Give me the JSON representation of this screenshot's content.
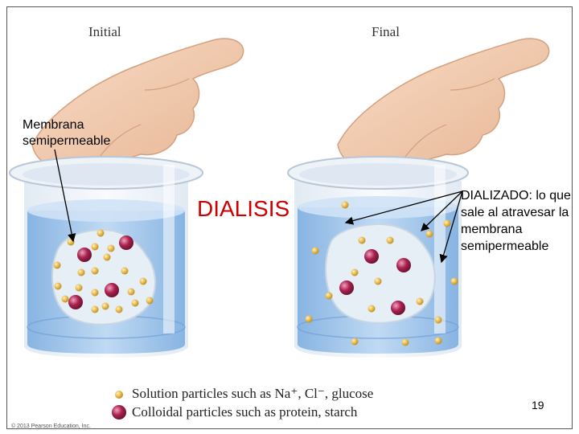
{
  "header": {
    "initial": "Initial",
    "final": "Final"
  },
  "labels": {
    "membrane": "Membrana\nsemipermeable",
    "process": "DIALISIS",
    "dialyzed": "DIALIZADO: lo que\nsale al atravesar la\nmembrana\nsemipermeable"
  },
  "legend": {
    "solution": "Solution particles such as Na⁺, Cl⁻, glucose",
    "colloid": "Colloidal particles such as protein, starch"
  },
  "page_number": "19",
  "copyright": "© 2013 Pearson Education, Inc.",
  "colors": {
    "solution_particle": "#e8b84a",
    "colloid_particle": "#a8234f",
    "water": "#a9ccef",
    "sac": "#dfe9f3",
    "label_red": "#cc0000"
  }
}
